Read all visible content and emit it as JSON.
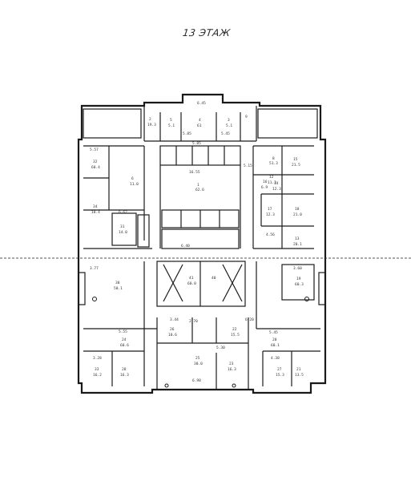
{
  "header": {
    "title": "13 ЭТАЖ"
  },
  "rooms": [
    {
      "num": "4",
      "area": "61"
    },
    {
      "num": "5",
      "area": "5.1"
    },
    {
      "num": "3",
      "area": "5.1"
    },
    {
      "num": "8",
      "area": "51.3"
    },
    {
      "num": "9",
      "area": ""
    },
    {
      "num": "1",
      "area": "62.6"
    },
    {
      "num": "2",
      "area": "19.3"
    },
    {
      "num": "6",
      "area": "11.0"
    },
    {
      "num": "32",
      "area": "60.4"
    },
    {
      "num": "31",
      "area": "14.0"
    },
    {
      "num": "30",
      "area": "50.1"
    },
    {
      "num": "12",
      "area": "11.3"
    },
    {
      "num": "15",
      "area": "21.5"
    },
    {
      "num": "14",
      "area": "12.3"
    },
    {
      "num": "16",
      "area": "6.9"
    },
    {
      "num": "17",
      "area": "12.3"
    },
    {
      "num": "18",
      "area": "21.0"
    },
    {
      "num": "13",
      "area": "20.1"
    },
    {
      "num": "19",
      "area": "60.3"
    },
    {
      "num": "24",
      "area": "60.6"
    },
    {
      "num": "26",
      "area": "10.6"
    },
    {
      "num": "25",
      "area": "30.0"
    },
    {
      "num": "22",
      "area": "15.5"
    },
    {
      "num": "23",
      "area": "16.3"
    },
    {
      "num": "21",
      "area": "13.5"
    },
    {
      "num": "20",
      "area": "60.1"
    },
    {
      "num": "27",
      "area": "15.3"
    },
    {
      "num": "28",
      "area": "16.3"
    },
    {
      "num": "33",
      "area": "16.2"
    },
    {
      "num": "34",
      "area": "10.4"
    },
    {
      "num": "41",
      "area": "60.0"
    },
    {
      "num": "40",
      "area": ""
    }
  ],
  "dims": [
    "6.45",
    "5.45",
    "5.85",
    "16.55",
    "5.15",
    "5.57",
    "5.85",
    "6.40",
    "3.77",
    "6.62",
    "4.56",
    "3.60",
    "5.55",
    "5.45",
    "6.98",
    "3.28",
    "5.30",
    "4.38",
    "3.44",
    "6.20",
    "2.70"
  ]
}
